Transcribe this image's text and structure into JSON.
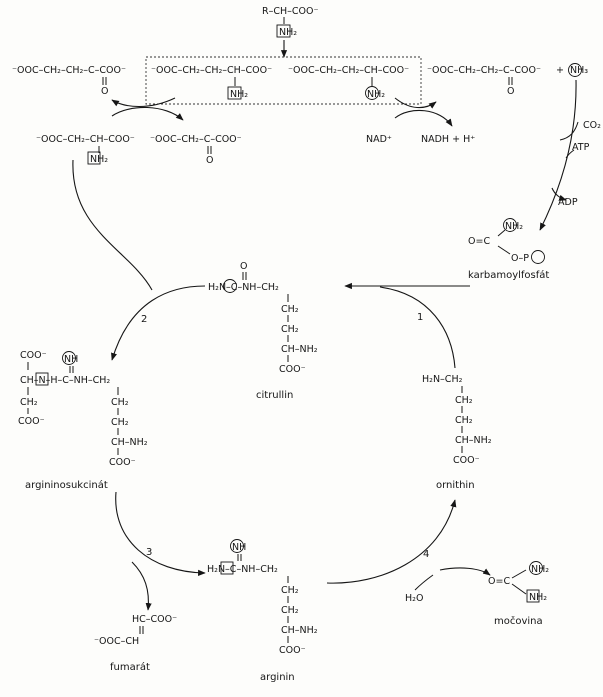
{
  "top": {
    "aminoacid_line1": "R–CH–COO⁻",
    "aminoacid_line2": "NH₂",
    "alpha_ketoglutarate": "⁻OOC–CH₂–CH₂–C–COO⁻",
    "glutamate": "⁻OOC–CH₂–CH₂–CH–COO⁻",
    "glutamate_nh2": "NH₂",
    "glutamate2": "⁻OOC–CH₂–CH₂–CH–COO⁻",
    "glutamate2_nh2": "NH₂",
    "alpha_ketoglutarate2": "⁻OOC–CH₂–CH₂–C–COO⁻",
    "plus": "+",
    "ammonia": "NH₃",
    "oxo_o": "O",
    "oxo_o2": "O"
  },
  "left_exchange": {
    "aspartate": "⁻OOC–CH₂–CH–COO⁻",
    "aspartate_nh2": "NH₂",
    "oxaloacetate": "⁻OOC–CH₂–C–COO⁻",
    "oxo_o": "O"
  },
  "right_exchange": {
    "nad": "NAD⁺",
    "nadh": "NADH + H⁺"
  },
  "carbamoyl": {
    "co2": "CO₂",
    "atp": "ATP",
    "adp": "ADP",
    "line1": "NH₂",
    "line2": "O=C",
    "line3": "O–P",
    "name": "karbamoylfosfát"
  },
  "citrullin": {
    "line1": "H₂N–C–NH–CH₂",
    "o": "O",
    "ch2a": "CH₂",
    "ch2b": "CH₂",
    "ch": "CH–NH₂",
    "coo": "COO⁻",
    "name": "citrullin"
  },
  "argininosukcinat": {
    "coo_top": "COO⁻",
    "nh": "NH",
    "main": "CH–N–H–C–NH–CH₂",
    "ch2_left": "CH₂",
    "coo_left": "COO⁻",
    "ch2a": "CH₂",
    "ch2b": "CH₂",
    "ch": "CH–NH₂",
    "coo": "COO⁻",
    "name": "argininosukcinát"
  },
  "ornithin": {
    "line1": "H₂N–CH₂",
    "ch2a": "CH₂",
    "ch2b": "CH₂",
    "ch": "CH–NH₂",
    "coo": "COO⁻",
    "name": "ornithin"
  },
  "arginin": {
    "nh": "NH",
    "line1": "H₂N–C–NH–CH₂",
    "ch2a": "CH₂",
    "ch2b": "CH₂",
    "ch": "CH–NH₂",
    "coo": "COO⁻",
    "name": "arginin"
  },
  "fumarat": {
    "line1": "HC–COO⁻",
    "line2": "⁻OOC–CH",
    "name": "fumarát"
  },
  "mocovina": {
    "line1": "O=C",
    "nh2a": "NH₂",
    "nh2b": "NH₂",
    "name": "močovina"
  },
  "water": "H₂O",
  "steps": [
    "1",
    "2",
    "3",
    "4"
  ]
}
